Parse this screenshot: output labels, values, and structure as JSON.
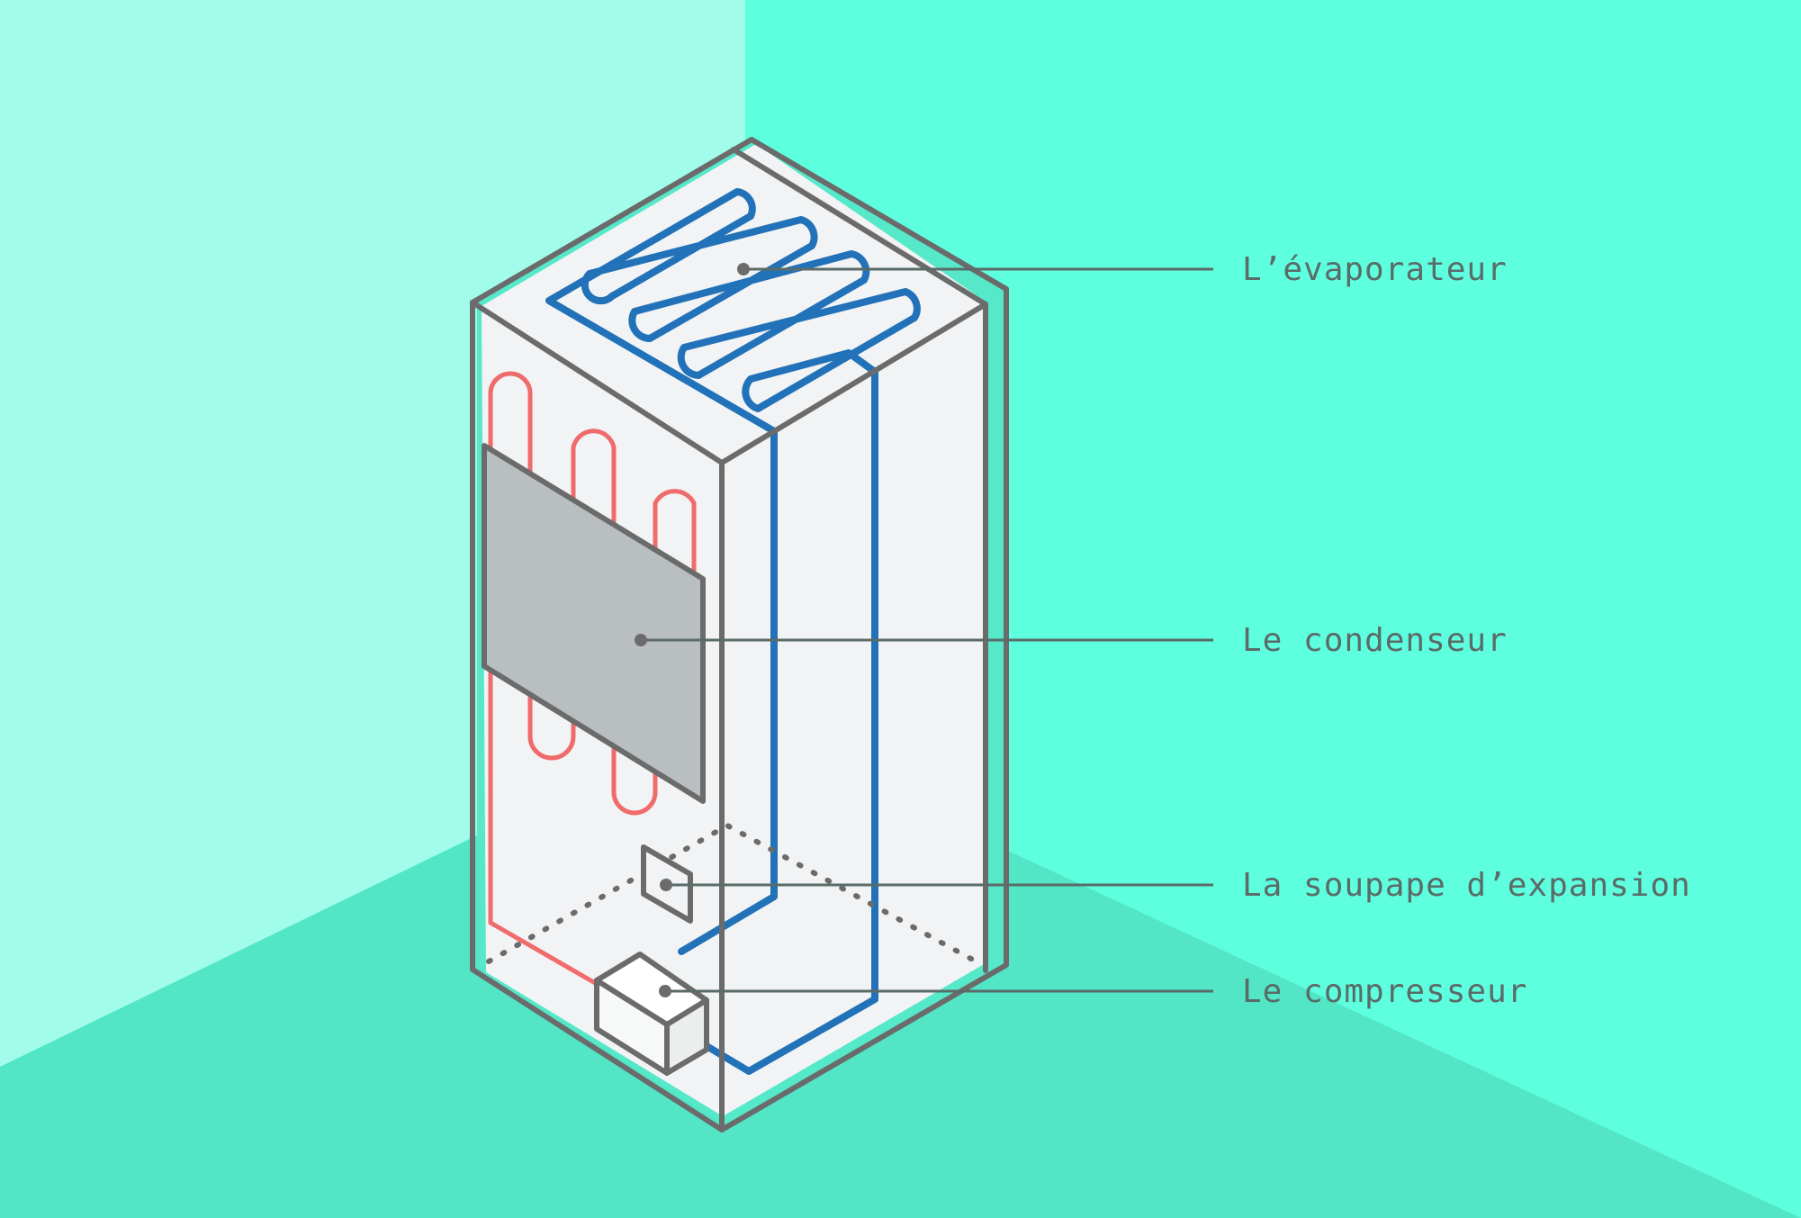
{
  "labels": {
    "evaporator": "L’évaporateur",
    "condenser": "Le condenseur",
    "expansion_valve": "La soupape d’expansion",
    "compressor": "Le compresseur"
  },
  "colors": {
    "wall_left": "#a1fde9",
    "wall_right": "#5effdf",
    "floor": "#52e6c7",
    "fridge_body": "#f2f3f4",
    "outline": "#6b6b6b",
    "evaporator_pipe": "#2272b9",
    "condenser_pipe": "#f06b6b",
    "condenser_plate": "#b9bec1",
    "compressor_box": "#fafafa",
    "label_text": "#5a6b68",
    "leader_line": "#5a6b68"
  }
}
